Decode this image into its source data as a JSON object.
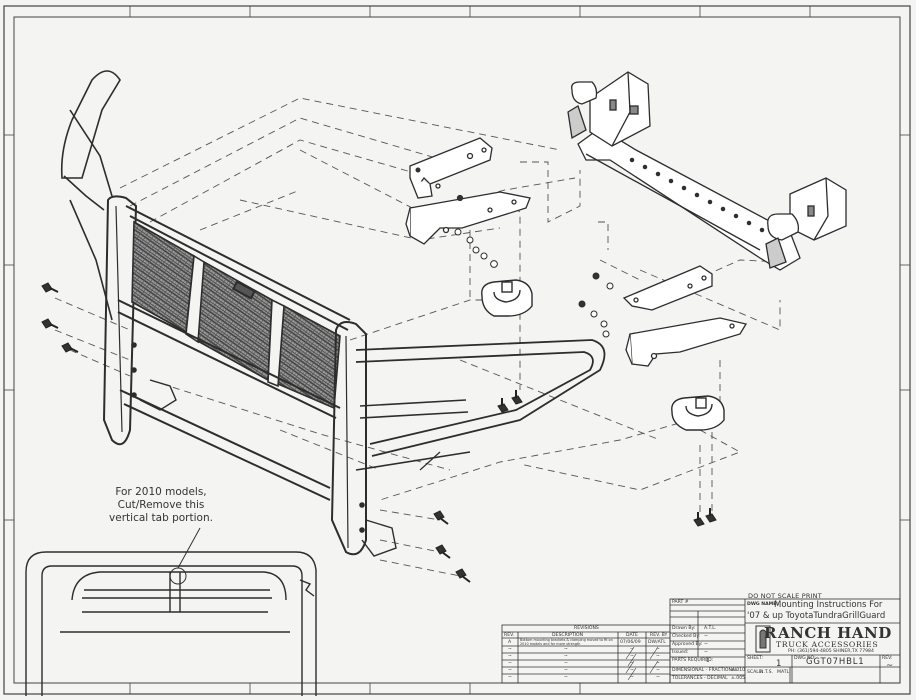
{
  "note": {
    "lines": [
      "For 2010 models,",
      "Cut/Remove this",
      "vertical tab portion."
    ]
  },
  "title_block": {
    "do_not_scale": "DO NOT SCALE PRINT",
    "part_label": "PART #",
    "dwg_name_label": "DWG NAME:",
    "dwg_name_line1": "Mounting Instructions For",
    "dwg_name_line2": "'07 & up ToyotaTundraGrillGuard",
    "drawn_by_label": "Drawn By:",
    "drawn_by_value": "A.T.L.",
    "checked_by_label": "Checked By:",
    "checked_by_value": "~",
    "approved_by_label": "Approved By:",
    "approved_by_value": "~",
    "issued_label": "Issued:",
    "issued_value": "~",
    "parts_required_label": "PARTS REQUIRED:",
    "parts_required_value": "1",
    "dimensional_label": "DIMENSIONAL - FRACTIONAL",
    "fractional_value": "±.010",
    "tolerances_label": "TOLERANCES - DECIMAL",
    "decimal_value": "±.005",
    "scale_label": "SCALE:",
    "scale_value": "N.T.S.",
    "matl_label": "MATL:",
    "sheet_label": "SHEET:",
    "sheet_value": "1",
    "dwg_no_label": "DWG NO:",
    "dwg_no_value": "GGT07HBL1",
    "rev_label": "REV:",
    "rev_value": "~",
    "company_initial": "R",
    "company_name": "ANCH HAND",
    "company_sub": "TRUCK ACCESSORIES",
    "company_contact": "PH: (361)594-4805 SHINER,TX 77984"
  },
  "revisions": {
    "title": "REVISIONS",
    "headers": [
      "REV.",
      "DESCRIPTION",
      "DATE",
      "REV. BY"
    ],
    "rows": [
      {
        "rev": "A",
        "description": "Bottom mounting brackets & clamping moved to fit on 2010 models and for more strength",
        "date": "07/06/09",
        "by": "DW/ATL"
      },
      {
        "rev": "~",
        "description": "~",
        "date": "~",
        "by": "~"
      },
      {
        "rev": "~",
        "description": "~",
        "date": "~",
        "by": "~"
      },
      {
        "rev": "~",
        "description": "~",
        "date": "~",
        "by": "~"
      },
      {
        "rev": "~",
        "description": "~",
        "date": "~",
        "by": "~"
      },
      {
        "rev": "~",
        "description": "~",
        "date": "~",
        "by": "~"
      }
    ]
  }
}
